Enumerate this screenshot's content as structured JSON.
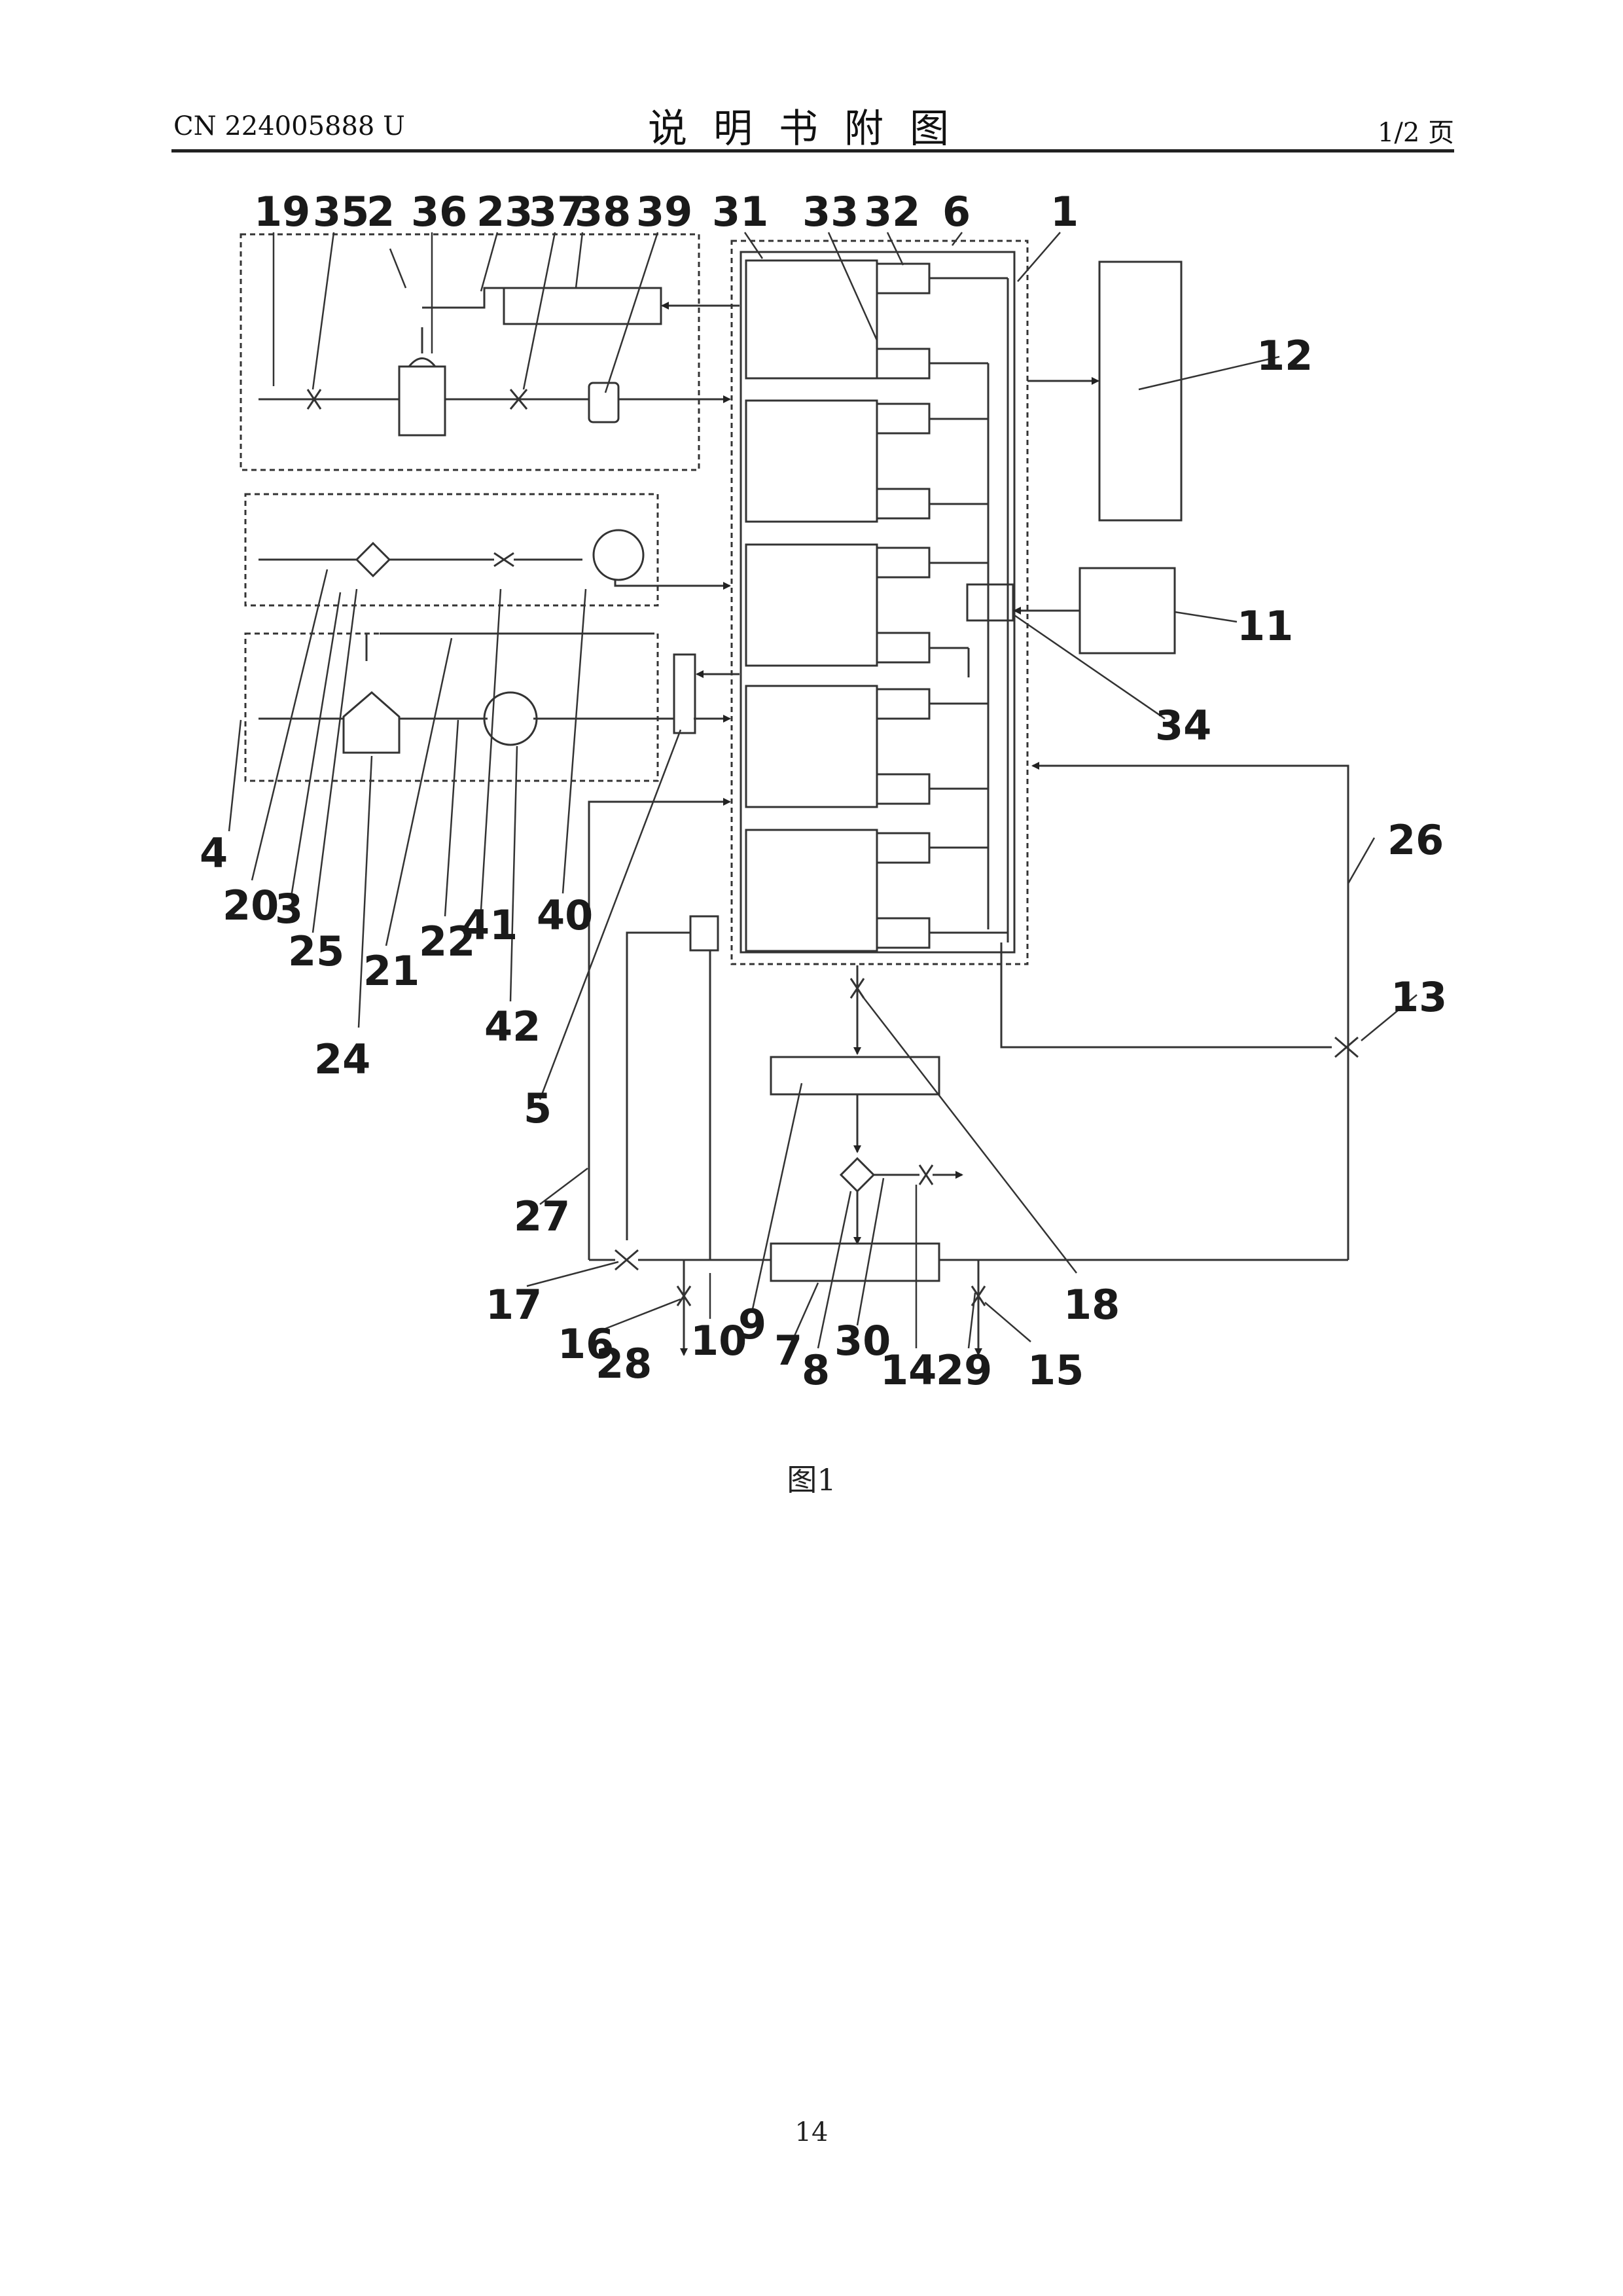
{
  "header": {
    "doc_id": "CN 224005888 U",
    "title": "说明书附图",
    "page_count": "1/2 页"
  },
  "figure": {
    "caption": "图1",
    "labels": [
      "19",
      "35",
      "2",
      "36",
      "23",
      "37",
      "38",
      "39",
      "31",
      "33",
      "32",
      "6",
      "1",
      "12",
      "11",
      "34",
      "26",
      "13",
      "4",
      "20",
      "3",
      "25",
      "21",
      "22",
      "41",
      "40",
      "24",
      "42",
      "5",
      "27",
      "17",
      "16",
      "28",
      "10",
      "9",
      "7",
      "8",
      "30",
      "14",
      "29",
      "15",
      "18"
    ]
  },
  "footer": {
    "page_number": "14"
  }
}
